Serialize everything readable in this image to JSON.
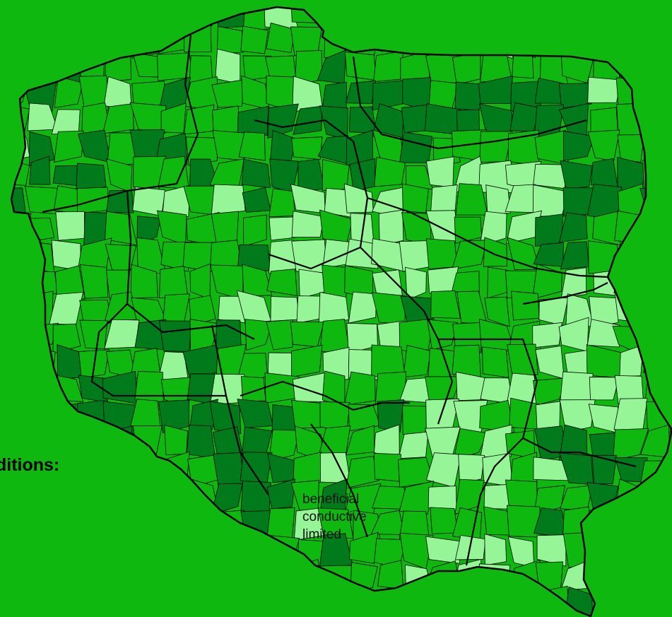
{
  "legend": {
    "title": "ditions:",
    "items": [
      {
        "label": "beneficial",
        "color": "#007a1a"
      },
      {
        "label": "conductive",
        "color": "#0fb80f"
      },
      {
        "label": "limited",
        "color": "#96f596"
      }
    ]
  },
  "colors": {
    "dark": "#007a1a",
    "mid": "#0fb80f",
    "light": "#96f596",
    "border": "#000000"
  }
}
